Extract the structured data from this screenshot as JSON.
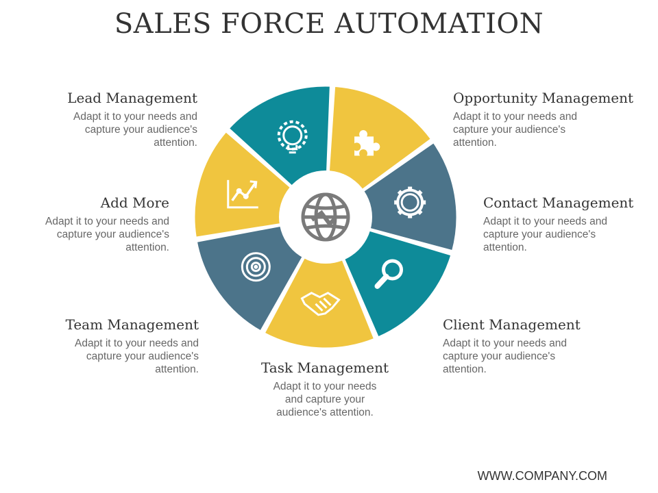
{
  "title": "SALES FORCE AUTOMATION",
  "footer": "WWW.COMPANY.COM",
  "colors": {
    "yellow": "#F0C53F",
    "teal": "#0E8B99",
    "slate": "#4C748A",
    "gray_icon": "#7A7A7A"
  },
  "segments": [
    {
      "name": "Opportunity Management",
      "text": "Adapt it to your needs and capture your audience's attention.",
      "icon": "puzzle-icon",
      "color": "#F0C53F"
    },
    {
      "name": "Contact Management",
      "text": "Adapt it to your needs and capture your audience's attention.",
      "icon": "gear-icon",
      "color": "#4C748A"
    },
    {
      "name": "Client Management",
      "text": "Adapt it to your needs and capture your audience's attention.",
      "icon": "magnifier-icon",
      "color": "#0E8B99"
    },
    {
      "name": "Task Management",
      "text": "Adapt it to your needs and capture your audience's attention.",
      "icon": "handshake-icon",
      "color": "#F0C53F"
    },
    {
      "name": "Team Management",
      "text": "Adapt it to your needs and capture your audience's attention.",
      "icon": "target-icon",
      "color": "#4C748A"
    },
    {
      "name": "Add More",
      "text": "Adapt it to your needs and capture your audience's attention.",
      "icon": "chart-icon",
      "color": "#F0C53F"
    },
    {
      "name": "Lead Management",
      "text": "Adapt it to your needs and capture your audience's attention.",
      "icon": "lightbulb-icon",
      "color": "#0E8B99"
    }
  ],
  "center_icon": "globe-icon"
}
